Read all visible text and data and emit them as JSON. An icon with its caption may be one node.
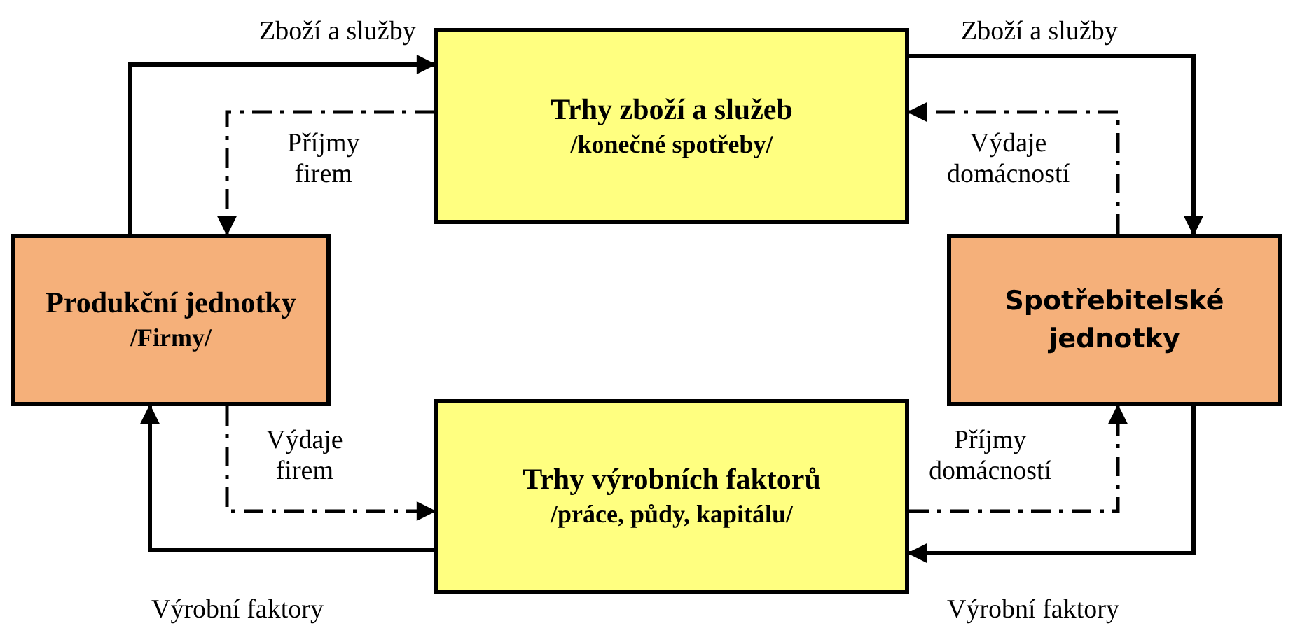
{
  "diagram": {
    "nodes": [
      {
        "text": [
          "Trhy zboží a služeb",
          "/konečné spotřeby/"
        ]
      },
      {
        "text": [
          "Produkční jednotky",
          "/Firmy/"
        ]
      },
      {
        "text": [
          "Spotřebitelské jednotky"
        ]
      },
      {
        "text": [
          "Trhy výrobních faktorů",
          "/práce, půdy, kapitálu/"
        ]
      }
    ],
    "edges": [
      {
        "from": 1,
        "to": 0,
        "arrow": "to",
        "label": "Zboží a služby"
      },
      {
        "from": 0,
        "to": 1,
        "arrow": "to",
        "label": "Příjmy firem",
        "style": "dashed"
      },
      {
        "from": 0,
        "to": 2,
        "arrow": "to",
        "label": "Zboží a služby"
      },
      {
        "from": 2,
        "to": 0,
        "arrow": "to",
        "label": "Výdaje domácností",
        "style": "dashed"
      },
      {
        "from": 3,
        "to": 1,
        "arrow": "to",
        "label": "Výrobní faktory"
      },
      {
        "from": 1,
        "to": 3,
        "arrow": "to",
        "label": "Výdaje firem",
        "style": "dashed"
      },
      {
        "from": 2,
        "to": 3,
        "arrow": "to",
        "label": "Výrobní faktory"
      },
      {
        "from": 3,
        "to": 2,
        "arrow": "to",
        "label": "Příjmy domácností",
        "style": "dashed"
      }
    ]
  }
}
